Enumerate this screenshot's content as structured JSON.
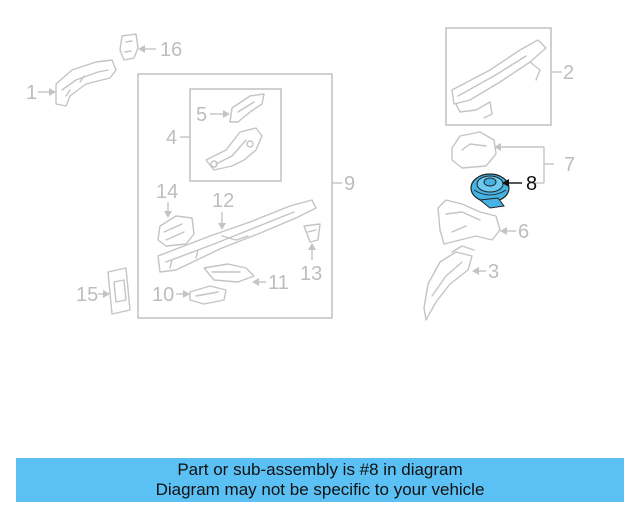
{
  "diagram": {
    "callouts": [
      {
        "id": "1",
        "label": "1"
      },
      {
        "id": "2",
        "label": "2"
      },
      {
        "id": "3",
        "label": "3"
      },
      {
        "id": "4",
        "label": "4"
      },
      {
        "id": "5",
        "label": "5"
      },
      {
        "id": "6",
        "label": "6"
      },
      {
        "id": "7",
        "label": "7"
      },
      {
        "id": "8",
        "label": "8"
      },
      {
        "id": "9",
        "label": "9"
      },
      {
        "id": "10",
        "label": "10"
      },
      {
        "id": "11",
        "label": "11"
      },
      {
        "id": "12",
        "label": "12"
      },
      {
        "id": "13",
        "label": "13"
      },
      {
        "id": "14",
        "label": "14"
      },
      {
        "id": "15",
        "label": "15"
      },
      {
        "id": "16",
        "label": "16"
      }
    ],
    "highlighted_part": "8",
    "colors": {
      "highlight_part": "#45b3e3",
      "faded_lines": "#c4c4c4",
      "banner": "#5bc0f3"
    }
  },
  "banner": {
    "line1": "Part or sub-assembly is #8 in diagram",
    "line2": "Diagram may not be specific to your vehicle"
  }
}
